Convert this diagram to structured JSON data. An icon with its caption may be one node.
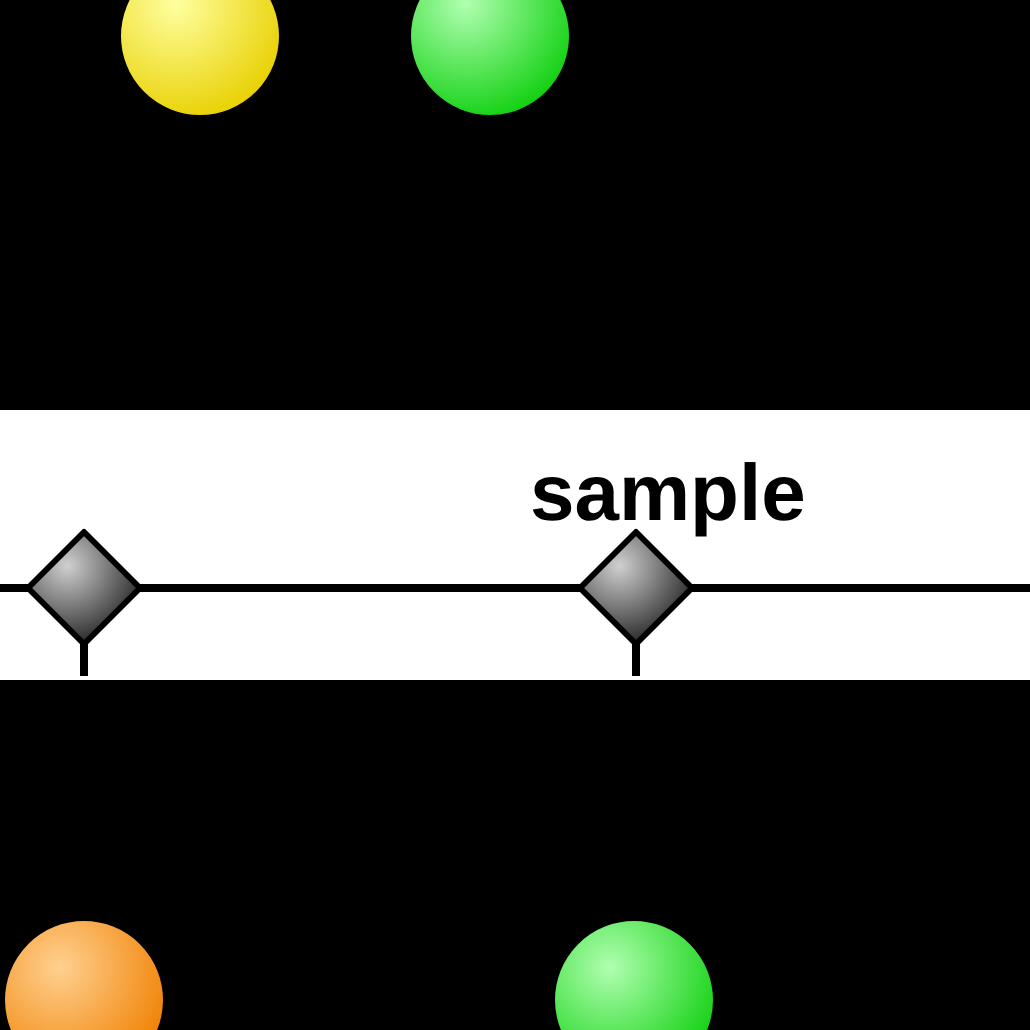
{
  "diagram": {
    "nodes": [
      {
        "text": [
          "sample"
        ]
      },
      {
        "text": [],
        "shape": "circle"
      },
      {
        "text": [],
        "shape": "circle"
      },
      {
        "text": [],
        "shape": "diamond",
        "in": 0
      },
      {
        "text": [],
        "shape": "diamond",
        "in": 0
      },
      {
        "text": [],
        "shape": "circle"
      },
      {
        "text": [],
        "shape": "circle"
      }
    ]
  }
}
